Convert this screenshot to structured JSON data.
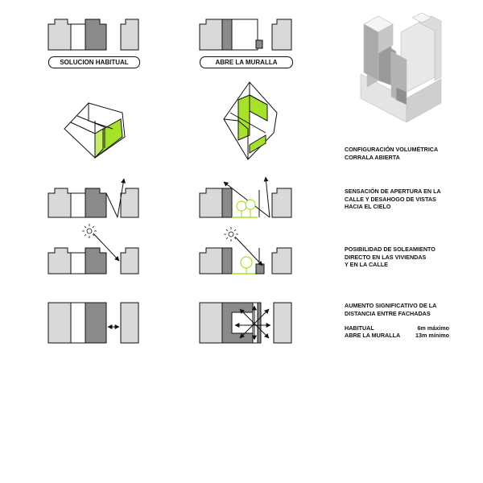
{
  "labels": {
    "habitual": "SOLUCION HABITUAL",
    "muralla": "ABRE LA MURALLA"
  },
  "notes": {
    "volumetric": "CONFIGURACIÓN VOLUMÉTRICA\nCORRALA ABIERTA",
    "sensation": "SENSACIÓN DE APERTURA EN LA\nCALLE Y DESAHOGO DE VISTAS\nHACIA EL CIELO",
    "sunlight": "POSIBILIDAD DE SOLEAMIENTO\nDIRECTO EN LAS VIVIENDAS\nY EN LA CALLE",
    "distance": "AUMENTO SIGNIFICATIVO DE LA\nDISTANCIA ENTRE FACHADAS"
  },
  "distances": [
    {
      "label": "HABITUAL",
      "value": "6m máximo"
    },
    {
      "label": "ABRE LA MURALLA",
      "value": "13m mínimo"
    }
  ],
  "colors": {
    "green": "#a6e22a",
    "dark_gray": "#8a8a8a",
    "light_gray": "#d9d9d9",
    "stroke": "#111111"
  },
  "icons": [
    "sun-icon",
    "tree-icon",
    "arrow-icon"
  ]
}
